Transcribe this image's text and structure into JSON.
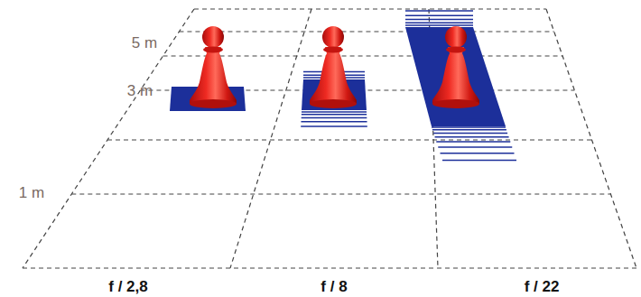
{
  "diagram": {
    "labels": [
      "5 m",
      "3 m",
      "1 m",
      "f / 2,8",
      "f / 8",
      "f / 22"
    ]
  }
}
